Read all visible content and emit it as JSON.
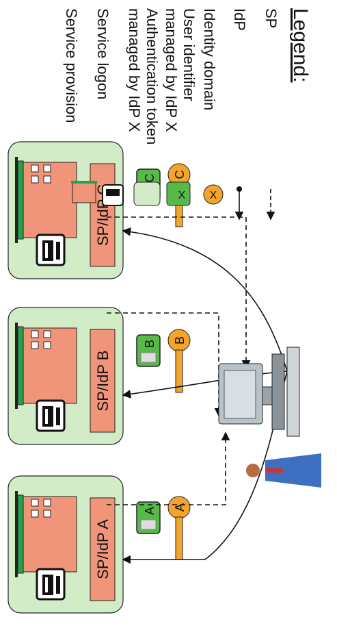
{
  "domains": [
    {
      "label": "SP/IdP A",
      "id_letter": "A",
      "key_letter": "A"
    },
    {
      "label": "SP/IdP B",
      "id_letter": "B",
      "key_letter": "B"
    },
    {
      "label": "SP/IdP C",
      "id_letter": "C",
      "key_letter": "C"
    }
  ],
  "legend": {
    "title": "Legend:",
    "sp": "SP",
    "idp": "IdP",
    "identity_domain": "Identity domain",
    "user_identifier_1": "User identifier",
    "user_identifier_2": "managed by IdP X",
    "user_identifier_letter": "X",
    "auth_token_1": "Authentication token",
    "auth_token_2": "managed by IdP X",
    "auth_token_letter": "X",
    "service_logon": "Service logon",
    "service_provision": "Service provision"
  },
  "colors": {
    "domain_fill": "#d3ecc8",
    "sp_building": "#f0957a",
    "roof_green": "#27a24a",
    "idcard_green": "#56b94a",
    "key_orange": "#f4a42a",
    "user_blue": "#3f6fc1",
    "tie_red": "#d7302a"
  }
}
